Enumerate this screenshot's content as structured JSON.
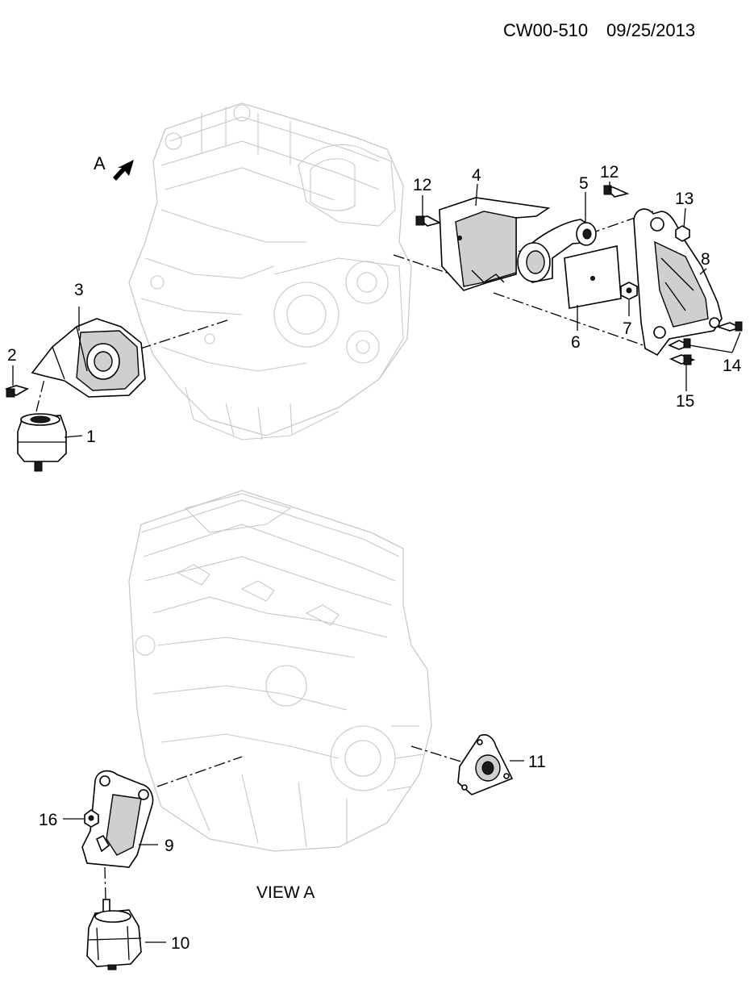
{
  "header": {
    "code": "CW00-510",
    "date": "09/25/2013"
  },
  "view_arrow_label": "A",
  "view_caption": "VIEW A",
  "callouts": [
    "1",
    "2",
    "3",
    "4",
    "5",
    "6",
    "7",
    "8",
    "9",
    "10",
    "11",
    "12",
    "12",
    "13",
    "14",
    "15",
    "16"
  ],
  "colors": {
    "line": "#000000",
    "ghost_outline": "#c8c8c8",
    "shading": "#cfcfcf"
  }
}
